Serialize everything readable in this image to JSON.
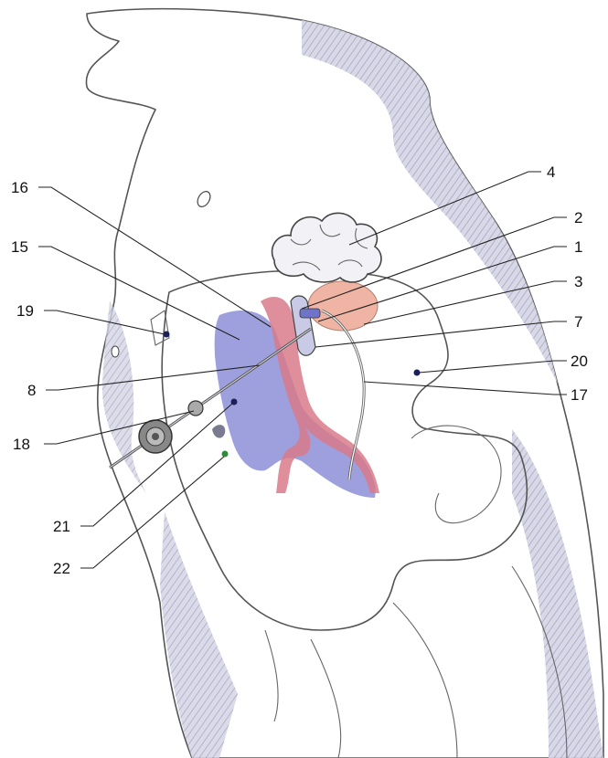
{
  "figure": {
    "labels": [
      "1",
      "2",
      "3",
      "4",
      "7",
      "8",
      "15",
      "16",
      "17",
      "18",
      "19",
      "20",
      "21",
      "22"
    ]
  },
  "colors": {
    "paper": "#ffffff",
    "pencil_shading": "#b9b9cf",
    "vein_blue": "#8c8fd6",
    "artery_red": "#d97a8a",
    "tumor_pink": "#efb4a4",
    "marker_navy": "#1b1f5e",
    "marker_green": "#2e8b3a"
  }
}
